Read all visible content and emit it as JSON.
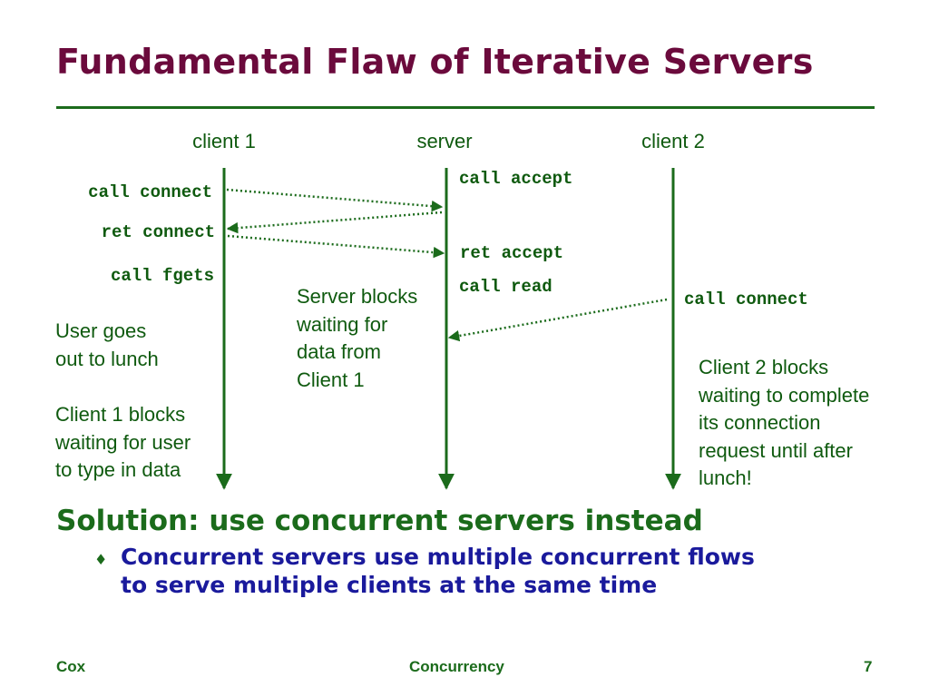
{
  "slide": {
    "title": "Fundamental Flaw of Iterative Servers"
  },
  "diagram": {
    "participants": {
      "client1": "client 1",
      "server": "server",
      "client2": "client 2"
    },
    "calls": {
      "c1_call_connect": "call connect",
      "c1_ret_connect": "ret connect",
      "c1_call_fgets": "call fgets",
      "s_call_accept": "call accept",
      "s_ret_accept": "ret accept",
      "s_call_read": "call read",
      "c2_call_connect": "call connect"
    },
    "notes": {
      "server_blocks": [
        "Server blocks",
        "waiting for",
        "data from",
        "Client 1"
      ],
      "user_lunch": [
        "User goes",
        "out to lunch"
      ],
      "client1_blocks": [
        "Client 1 blocks",
        "waiting for user",
        "to type in data"
      ],
      "client2_blocks": [
        "Client 2 blocks",
        "waiting to complete",
        "its connection",
        "request until after",
        "lunch!"
      ]
    }
  },
  "solution": {
    "heading": "Solution: use concurrent servers instead",
    "bullet_marker": "♦",
    "bullet_lines": [
      "Concurrent servers use multiple concurrent flows",
      "to serve multiple clients at the same time"
    ]
  },
  "footer": {
    "left": "Cox",
    "center": "Concurrency",
    "right": "7"
  },
  "colors": {
    "title": "#6b0a3c",
    "green": "#1b6b1b",
    "text_green": "#0f5a0f",
    "bullet_blue": "#1a1a9c"
  }
}
